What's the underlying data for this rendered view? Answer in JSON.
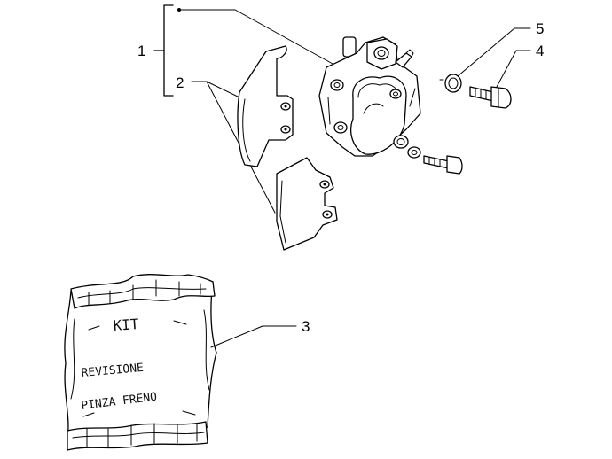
{
  "callouts": {
    "c1": "1",
    "c2": "2",
    "c3": "3",
    "c4": "4",
    "c5": "5"
  },
  "kit_bag": {
    "line1": "KIT",
    "line2": "REVISIONE",
    "line3": "PINZA FRENO"
  }
}
